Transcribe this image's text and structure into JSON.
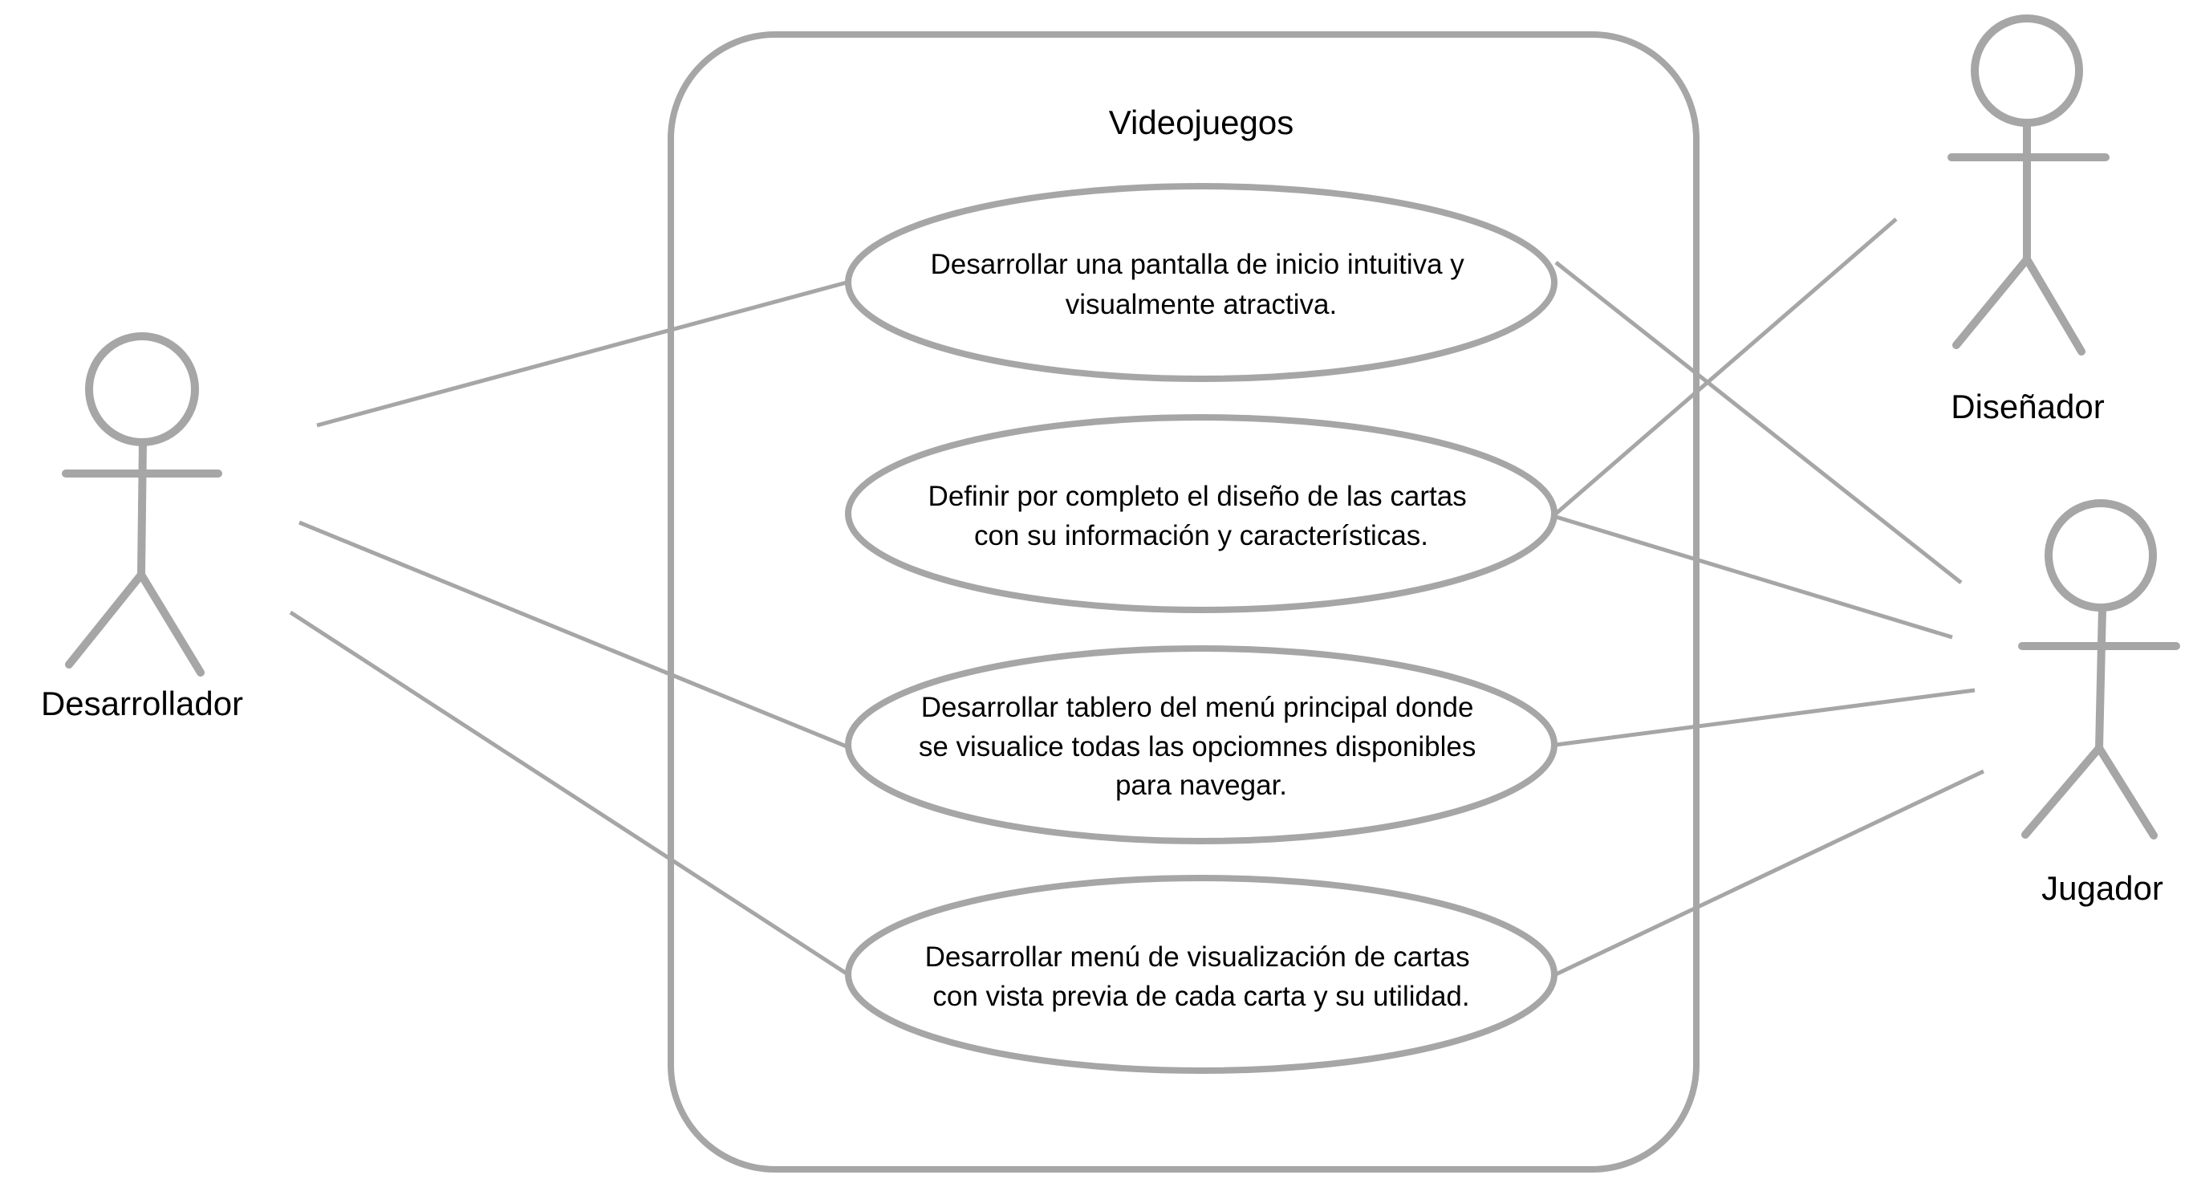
{
  "system": {
    "title": "Videojuegos"
  },
  "use_cases": [
    {
      "id": "uc1",
      "lines": [
        "Desarrollar una pantalla de inicio intuitiva y",
        "visualmente atractiva."
      ]
    },
    {
      "id": "uc2",
      "lines": [
        "Definir por completo el diseño de las cartas",
        "con su información y características."
      ]
    },
    {
      "id": "uc3",
      "lines": [
        "Desarrollar tablero del menú principal donde",
        "se visualice todas las opciomnes disponibles",
        "para navegar."
      ]
    },
    {
      "id": "uc4",
      "lines": [
        "Desarrollar menú de visualización de cartas",
        "con vista previa de cada carta y su utilidad."
      ]
    }
  ],
  "actors": [
    {
      "id": "desarrollador",
      "name": "Desarrollador"
    },
    {
      "id": "disenador",
      "name": "Diseñador"
    },
    {
      "id": "jugador",
      "name": "Jugador"
    }
  ],
  "associations": [
    {
      "actor": "desarrollador",
      "use_case": "uc1"
    },
    {
      "actor": "desarrollador",
      "use_case": "uc3"
    },
    {
      "actor": "desarrollador",
      "use_case": "uc4"
    },
    {
      "actor": "disenador",
      "use_case": "uc2"
    },
    {
      "actor": "jugador",
      "use_case": "uc1"
    },
    {
      "actor": "jugador",
      "use_case": "uc2"
    },
    {
      "actor": "jugador",
      "use_case": "uc3"
    },
    {
      "actor": "jugador",
      "use_case": "uc4"
    }
  ],
  "colors": {
    "stroke": "#a6a6a6",
    "text": "#000000",
    "background": "#ffffff"
  }
}
